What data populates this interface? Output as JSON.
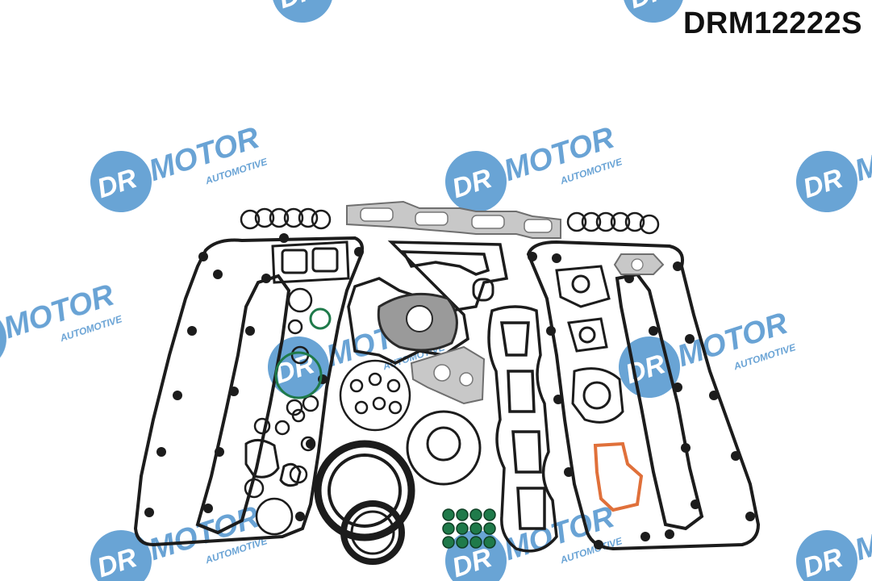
{
  "product": {
    "part_code": "DRM12222S"
  },
  "watermark": {
    "brand": "DR.MOTOR",
    "tagline": "AUTOMOTIVE",
    "color": "#3b87c8"
  },
  "colors": {
    "gasket_black": "#1c1c1c",
    "gasket_green": "#1f7a4a",
    "gasket_orange": "#e0703a",
    "metal_gasket": "#c8c8c8",
    "background": "#ffffff"
  }
}
